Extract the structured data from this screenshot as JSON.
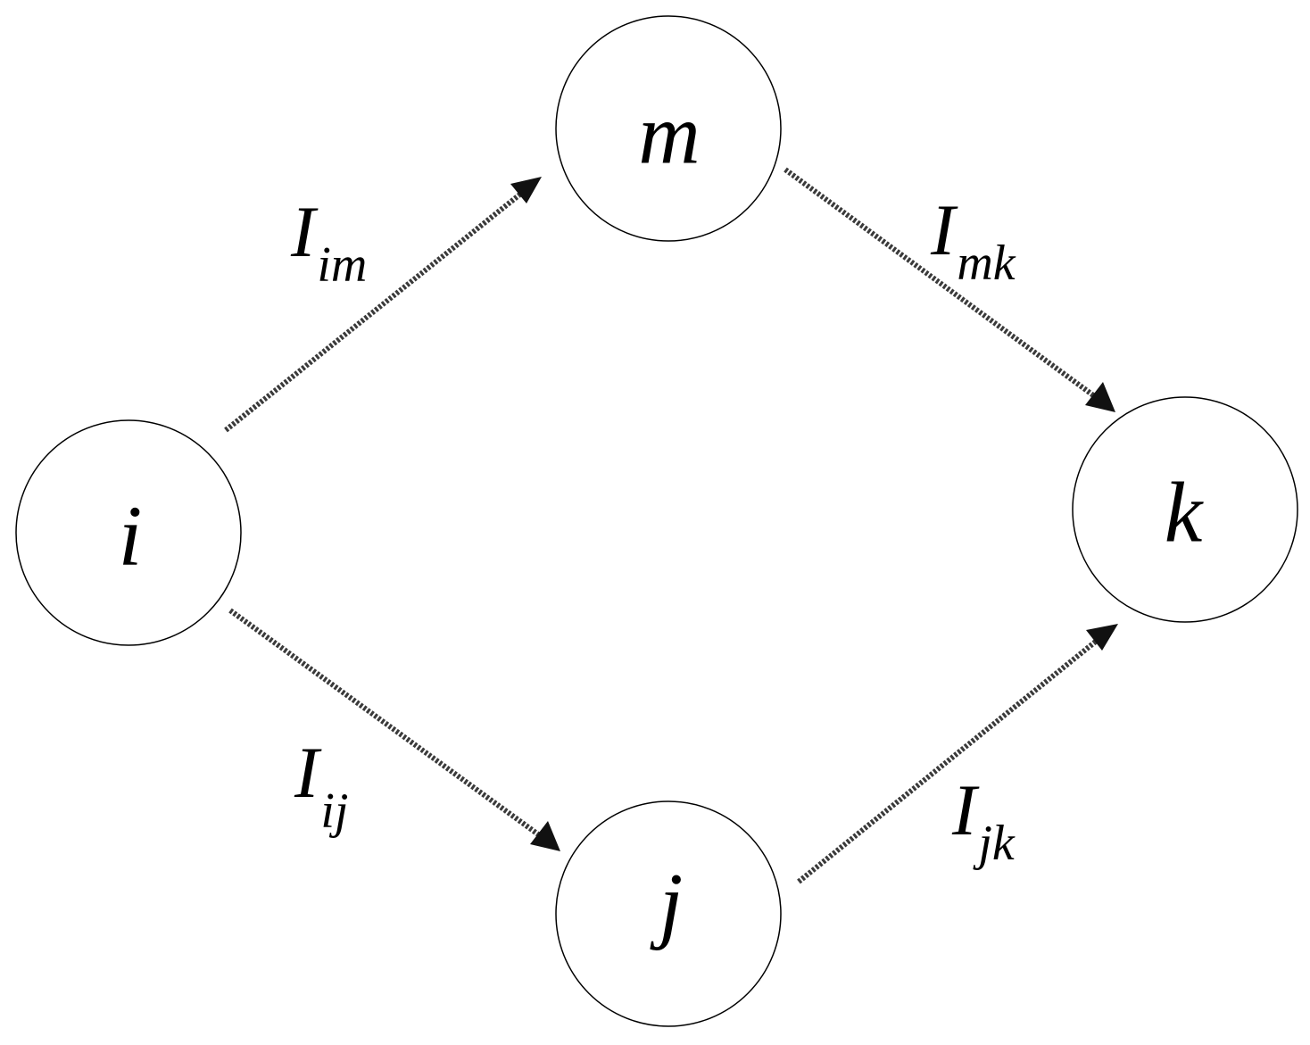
{
  "colors": {
    "node_stroke": "#000000",
    "node_fill": "#ffffff",
    "edge": "#3a3a3a",
    "arrowhead": "#111111",
    "text": "#000000"
  },
  "nodes": [
    {
      "id": "i",
      "label": "i"
    },
    {
      "id": "m",
      "label": "m"
    },
    {
      "id": "k",
      "label": "k"
    },
    {
      "id": "j",
      "label": "j"
    }
  ],
  "edges": [
    {
      "from": "i",
      "to": "m",
      "label_main": "I",
      "label_sub": "im"
    },
    {
      "from": "m",
      "to": "k",
      "label_main": "I",
      "label_sub": "mk"
    },
    {
      "from": "i",
      "to": "j",
      "label_main": "I",
      "label_sub": "ij"
    },
    {
      "from": "j",
      "to": "k",
      "label_main": "I",
      "label_sub": "jk"
    }
  ]
}
